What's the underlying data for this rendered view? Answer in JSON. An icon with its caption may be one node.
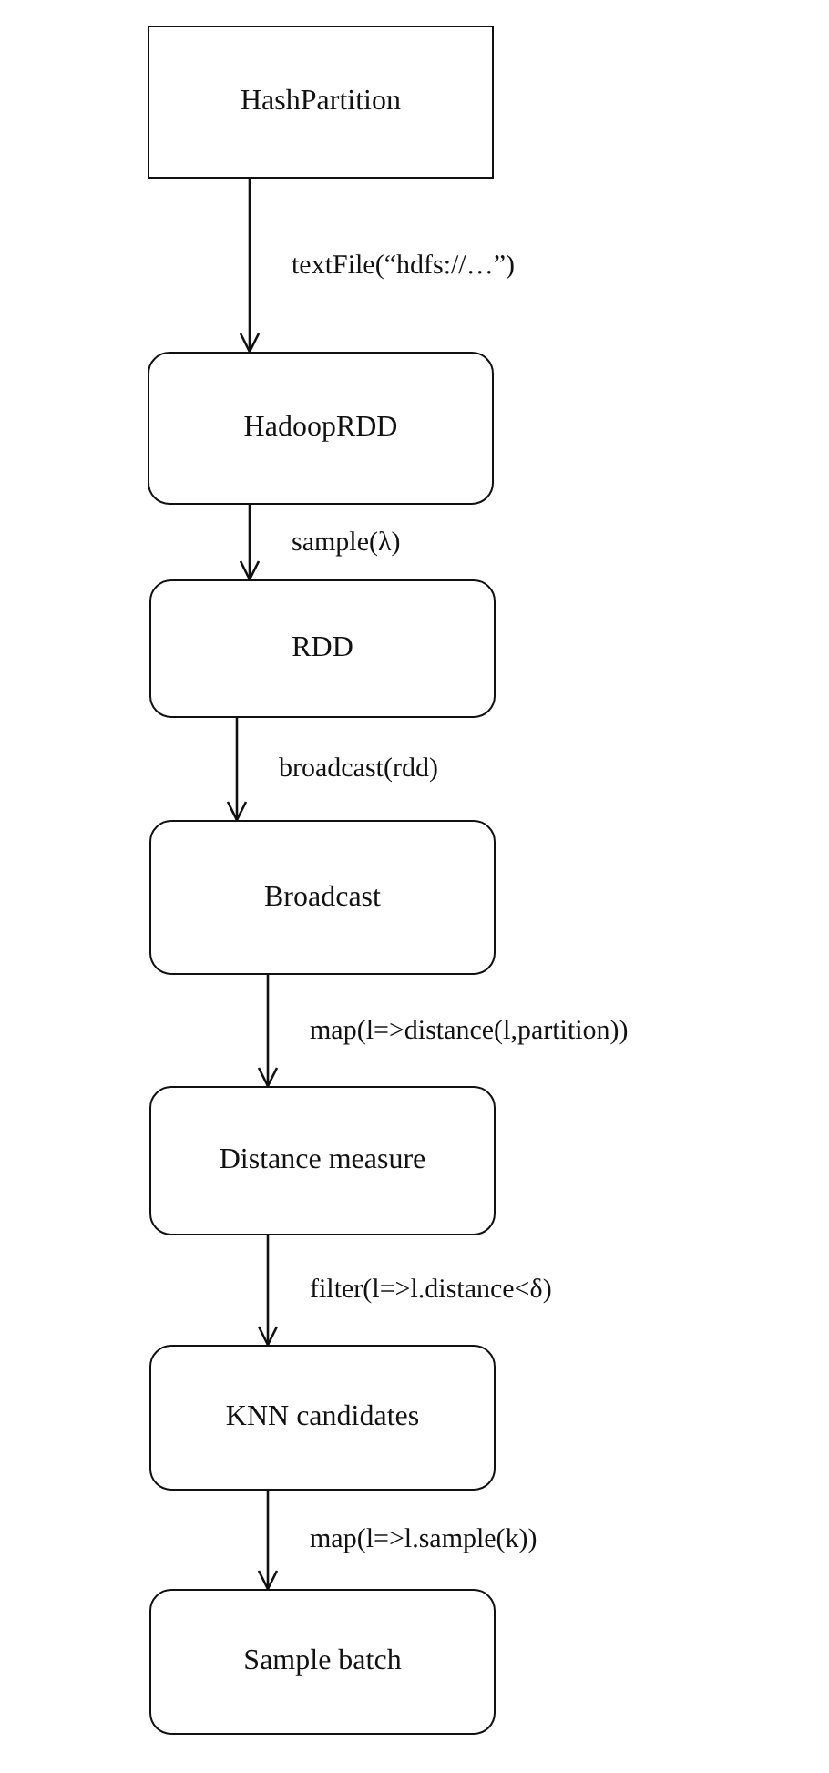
{
  "diagram": {
    "nodes": [
      {
        "text": [
          "HashPartition"
        ]
      },
      {
        "text": [
          "HadoopRDD"
        ]
      },
      {
        "text": [
          "RDD"
        ]
      },
      {
        "text": [
          "Broadcast"
        ]
      },
      {
        "text": [
          "Distance measure"
        ]
      },
      {
        "text": [
          "KNN candidates"
        ]
      },
      {
        "text": [
          "Sample batch"
        ]
      }
    ],
    "edges": [
      {
        "from": 0,
        "to": 1,
        "arrow": "to",
        "label": "textFile(“hdfs://…”)"
      },
      {
        "from": 1,
        "to": 2,
        "arrow": "to",
        "label": "sample(λ)"
      },
      {
        "from": 2,
        "to": 3,
        "arrow": "to",
        "label": "broadcast(rdd)"
      },
      {
        "from": 3,
        "to": 4,
        "arrow": "to",
        "label": "map(l=>distance(l,partition))"
      },
      {
        "from": 4,
        "to": 5,
        "arrow": "to",
        "label": "filter(l=>l.distance<δ)"
      },
      {
        "from": 5,
        "to": 6,
        "arrow": "to",
        "label": "map(l=>l.sample(k))"
      }
    ]
  }
}
